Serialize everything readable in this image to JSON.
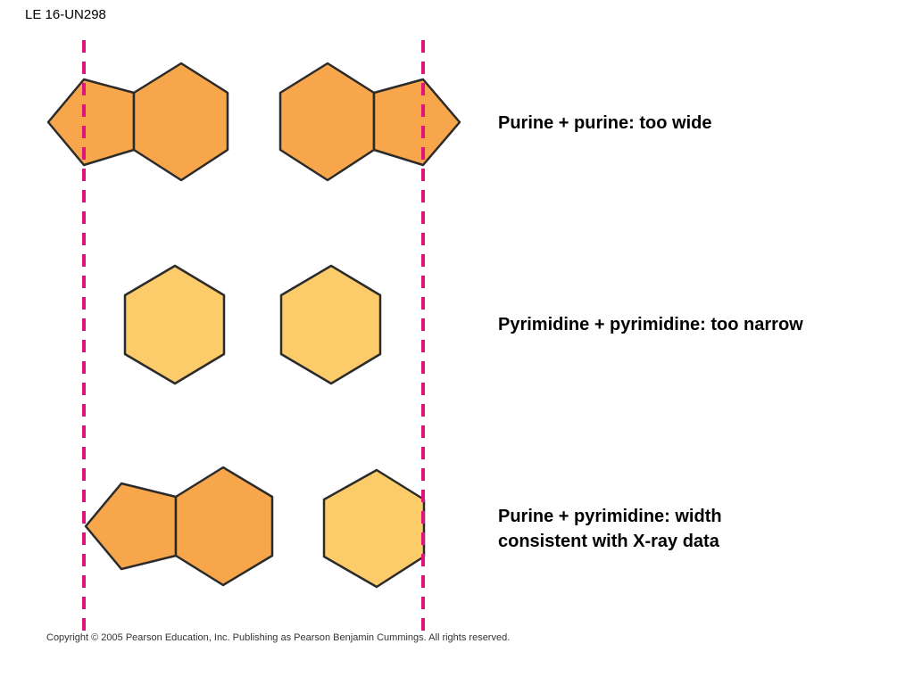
{
  "slide_id": "LE 16-UN298",
  "colors": {
    "purine_fill": "#F7A64B",
    "pyrimidine_fill": "#FCCC6A",
    "outline": "#2B2B2B",
    "guide_line": "#E0147A"
  },
  "rows": [
    {
      "pair": [
        "purine",
        "purine"
      ],
      "caption_lines": [
        "Purine + purine: too wide"
      ]
    },
    {
      "pair": [
        "pyrimidine",
        "pyrimidine"
      ],
      "caption_lines": [
        "Pyrimidine + pyrimidine: too narrow"
      ]
    },
    {
      "pair": [
        "purine",
        "pyrimidine"
      ],
      "caption_lines": [
        "Purine + pyrimidine: width",
        "consistent with X-ray data"
      ]
    }
  ],
  "copyright": "Copyright © 2005 Pearson Education, Inc. Publishing as Pearson Benjamin Cummings. All rights reserved."
}
